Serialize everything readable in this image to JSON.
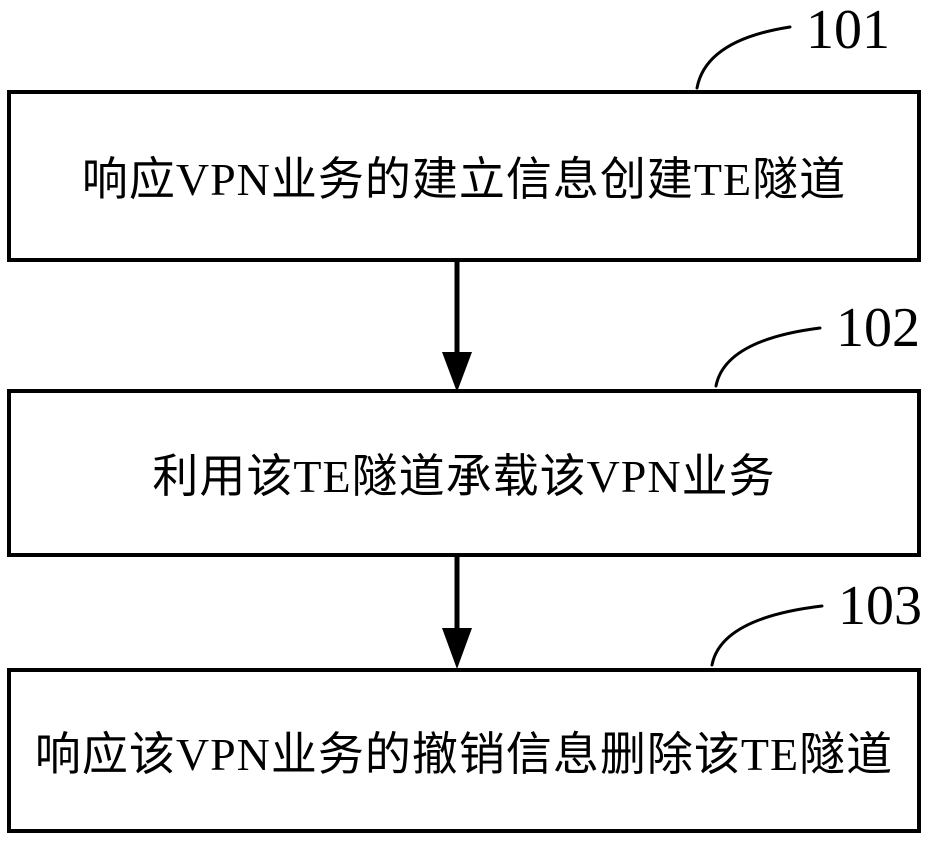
{
  "diagram": {
    "type": "flowchart",
    "title": "VPN / TE tunnel method flowchart (patent figure)",
    "steps": [
      {
        "ref": "101",
        "text": "响应VPN业务的建立信息创建TE隧道"
      },
      {
        "ref": "102",
        "text": "利用该TE隧道承载该VPN业务"
      },
      {
        "ref": "103",
        "text": "响应该VPN业务的撤销信息删除该TE隧道"
      }
    ],
    "connections": [
      {
        "from": "101",
        "to": "102",
        "style": "solid-arrow-down"
      },
      {
        "from": "102",
        "to": "103",
        "style": "solid-arrow-down"
      }
    ],
    "colors": {
      "line": "#000000",
      "background": "#ffffff",
      "box_fill": "#ffffff",
      "text": "#000000"
    }
  }
}
